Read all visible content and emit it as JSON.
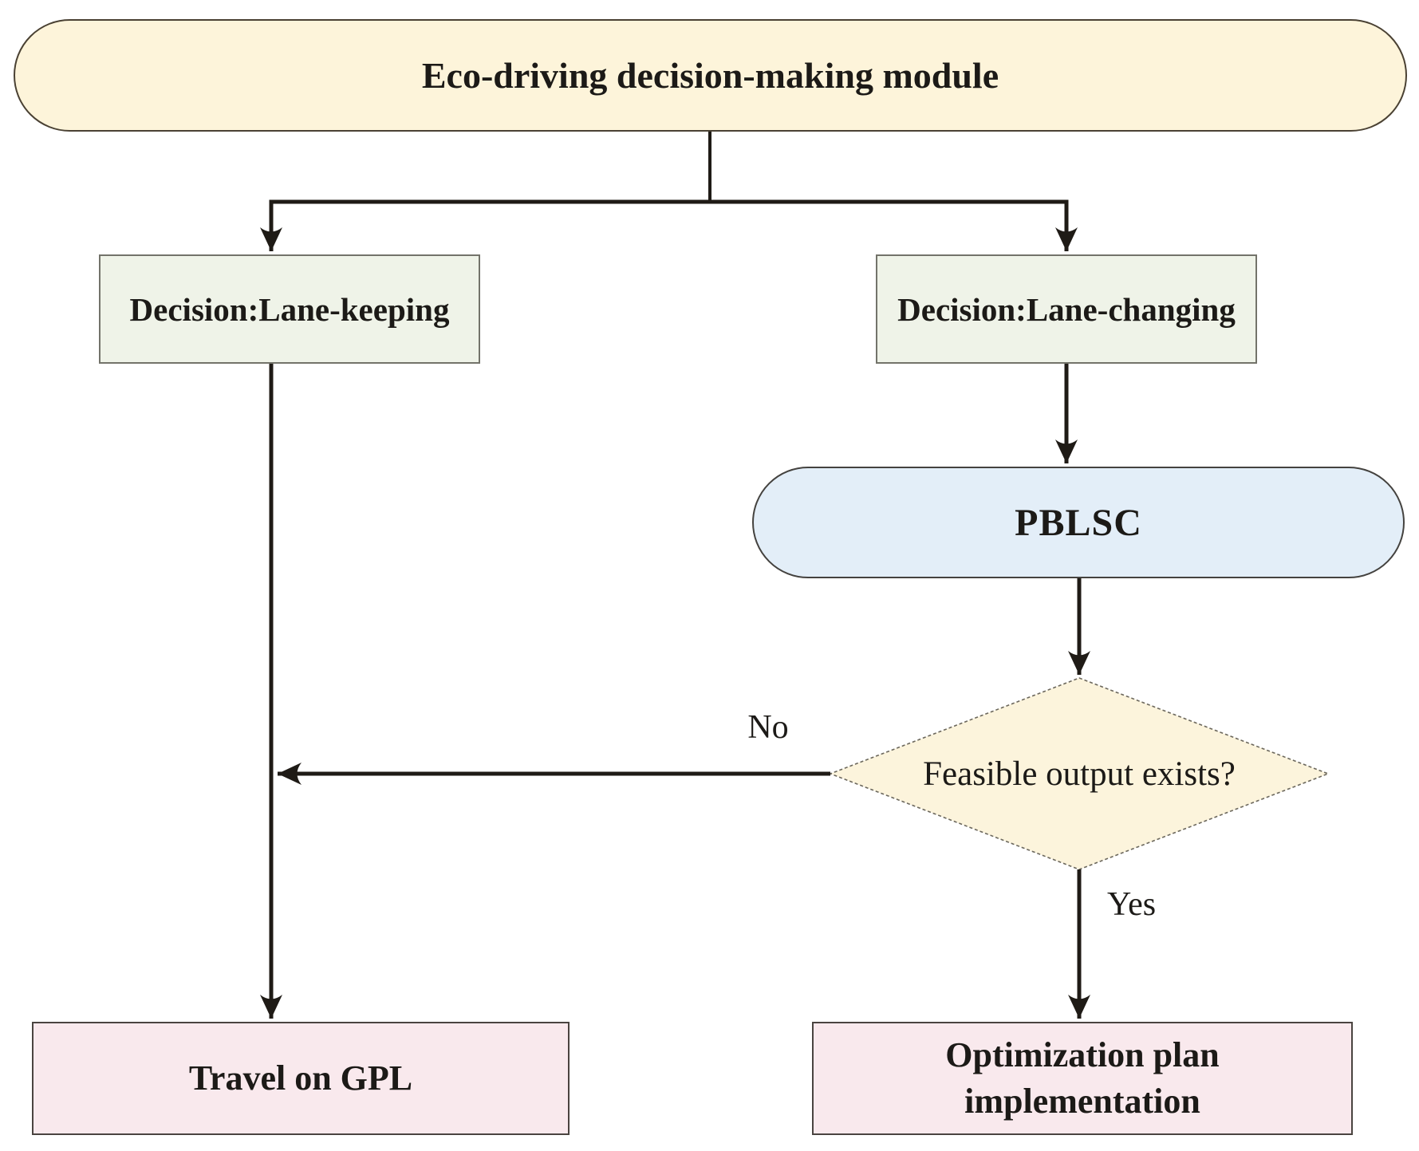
{
  "diagram": {
    "type": "flowchart",
    "title": "Eco-driving decision-making module",
    "nodes": {
      "root": {
        "label": "Eco-driving decision-making module",
        "shape": "rounded-pill"
      },
      "lane_keeping": {
        "label": "Decision:Lane-keeping",
        "shape": "rect"
      },
      "lane_changing": {
        "label": "Decision:Lane-changing",
        "shape": "rect"
      },
      "pblsc": {
        "label": "PBLSC",
        "shape": "rounded-pill"
      },
      "feasible": {
        "label": "Feasible output exists?",
        "shape": "diamond"
      },
      "travel_gpl": {
        "label": "Travel on GPL",
        "shape": "rect"
      },
      "optimization": {
        "label": "Optimization plan implementation",
        "shape": "rect"
      }
    },
    "edge_labels": {
      "no": "No",
      "yes": "Yes"
    },
    "flow": [
      "root -> lane_keeping",
      "root -> lane_changing",
      "lane_changing -> pblsc",
      "pblsc -> feasible",
      "feasible -No-> lane_keeping line (merge to GPL path)",
      "feasible -Yes-> optimization",
      "lane_keeping -> travel_gpl"
    ],
    "colors": {
      "title_fill": "#fdf4da",
      "title_border": "#4a4133",
      "decision_fill": "#eff3e8",
      "decision_border": "#73736a",
      "pblsc_fill": "#e3eef8",
      "pblsc_border": "#44423f",
      "diamond_fill": "#fcf4dc",
      "diamond_border": "#6b675c",
      "result_fill": "#f9e9ed",
      "result_border": "#4a4440",
      "line": "#1f1b16",
      "text": "#1c1a17"
    }
  }
}
